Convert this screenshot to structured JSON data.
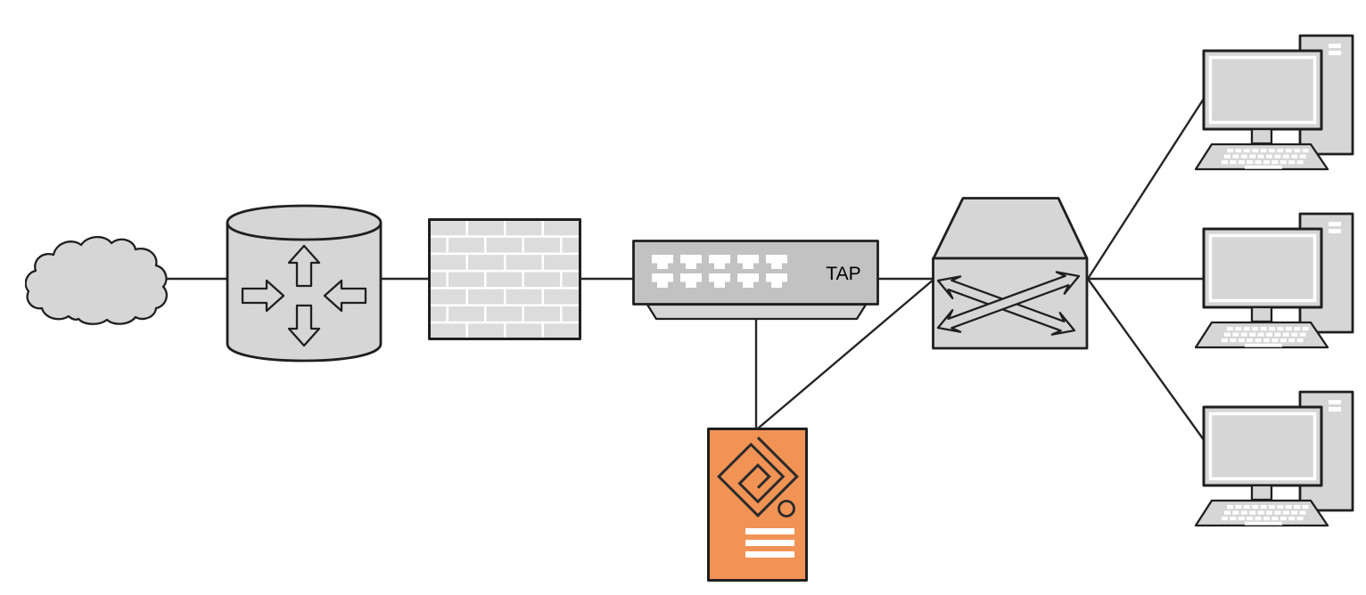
{
  "diagram": {
    "tap_label": "TAP",
    "nodes": [
      {
        "id": "internet-cloud",
        "icon": "cloud-icon"
      },
      {
        "id": "router",
        "icon": "router-arrows-icon"
      },
      {
        "id": "firewall",
        "icon": "brick-wall-icon"
      },
      {
        "id": "network-tap",
        "icon": "tap-ports-icon",
        "label": "TAP"
      },
      {
        "id": "monitor-sensor",
        "icon": "sensor-appliance-icon"
      },
      {
        "id": "lan-switch",
        "icon": "crossed-arrows-switch-icon"
      },
      {
        "id": "workstation-1",
        "icon": "desktop-computer-icon"
      },
      {
        "id": "workstation-2",
        "icon": "desktop-computer-icon"
      },
      {
        "id": "workstation-3",
        "icon": "desktop-computer-icon"
      }
    ],
    "edges": [
      {
        "from": "internet-cloud",
        "to": "router"
      },
      {
        "from": "router",
        "to": "firewall"
      },
      {
        "from": "firewall",
        "to": "network-tap"
      },
      {
        "from": "network-tap",
        "to": "lan-switch"
      },
      {
        "from": "network-tap",
        "to": "monitor-sensor"
      },
      {
        "from": "lan-switch",
        "to": "monitor-sensor"
      },
      {
        "from": "lan-switch",
        "to": "workstation-1"
      },
      {
        "from": "lan-switch",
        "to": "workstation-2"
      },
      {
        "from": "lan-switch",
        "to": "workstation-3"
      }
    ],
    "colors": {
      "node_fill": "#d6d6d6",
      "tap_fill": "#c2c2c2",
      "brick_fill": "#dcdcdc",
      "sensor_fill": "#f29356",
      "stroke_color": "#1f1f1f",
      "wire_color": "#262626",
      "background": "#ffffff"
    }
  }
}
